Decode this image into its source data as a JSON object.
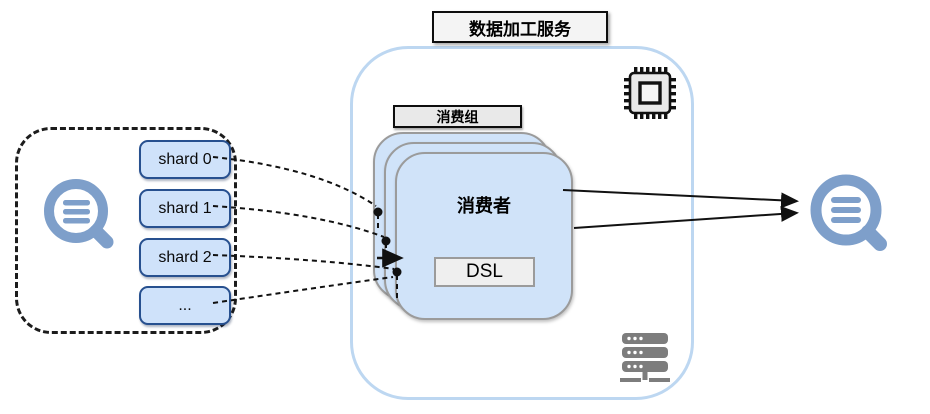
{
  "title": "数据加工服务",
  "source_group": {
    "shards": [
      "shard 0",
      "shard 1",
      "shard 2",
      "..."
    ],
    "icon": "logstore-magnifier-icon",
    "border_style": "dashed"
  },
  "processing": {
    "consumer_group_label": "消费组",
    "consumer_label": "消费者",
    "dsl_label": "DSL",
    "consumer_card_count": 3
  },
  "output": {
    "icon": "logstore-magnifier-icon"
  },
  "icons": {
    "left": "logstore-magnifier-icon",
    "right": "logstore-magnifier-icon",
    "top_right": "cpu-chip-icon",
    "bottom_right": "server-rack-icon"
  },
  "colors": {
    "shard_fill": "#cfe2fa",
    "shard_border": "#27508f",
    "card_fill": "#d0e3f9",
    "card_border": "#9b9b9b",
    "container_border": "#bdd7f1",
    "label_fill": "#e9e9e9",
    "magnifier_blue": "#7e9fca",
    "server_gray": "#7d7d7d",
    "line_black": "#111111"
  }
}
